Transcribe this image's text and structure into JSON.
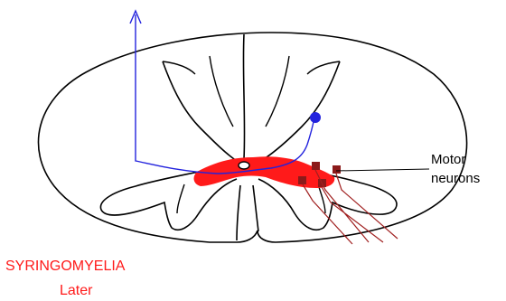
{
  "labels": {
    "motor_line1": "Motor",
    "motor_line2": "neurons",
    "condition": "SYRINGOMYELIA",
    "stage": "Later"
  },
  "colors": {
    "outline": "#000000",
    "tract": "#2222dd",
    "lesion": "#ff1a1a",
    "motor_neuron": "#8b1a1a",
    "nerve_root": "#a02020",
    "caption": "#ff1a1a",
    "background": "#ffffff"
  }
}
